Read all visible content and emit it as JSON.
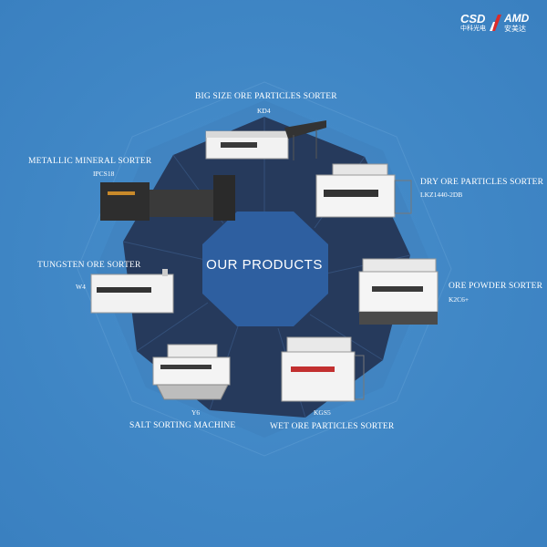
{
  "logos": {
    "csd_text": "CSD",
    "csd_sub": "中科光电",
    "amd_text": "AMD",
    "amd_sub": "安美达"
  },
  "center_title": "OUR PRODUCTS",
  "products": [
    {
      "name": "BIG SIZE ORE PARTICLES SORTER",
      "model": "KD4"
    },
    {
      "name": "DRY ORE PARTICLES SORTER",
      "model": "LKZ1440-2DB"
    },
    {
      "name": "ORE POWDER SORTER",
      "model": "K2C6+"
    },
    {
      "name": "WET ORE PARTICLES SORTER",
      "model": "KGS5"
    },
    {
      "name": "SALT SORTING MACHINE",
      "model": "Y6"
    },
    {
      "name": "TUNGSTEN ORE SORTER",
      "model": "W4"
    },
    {
      "name": "METALLIC MINERAL SORTER",
      "model": "IPCS18"
    }
  ],
  "colors": {
    "background": "#3d84c3",
    "ring_dark": "#263a5c",
    "center_hex": "#2e5fa0"
  }
}
